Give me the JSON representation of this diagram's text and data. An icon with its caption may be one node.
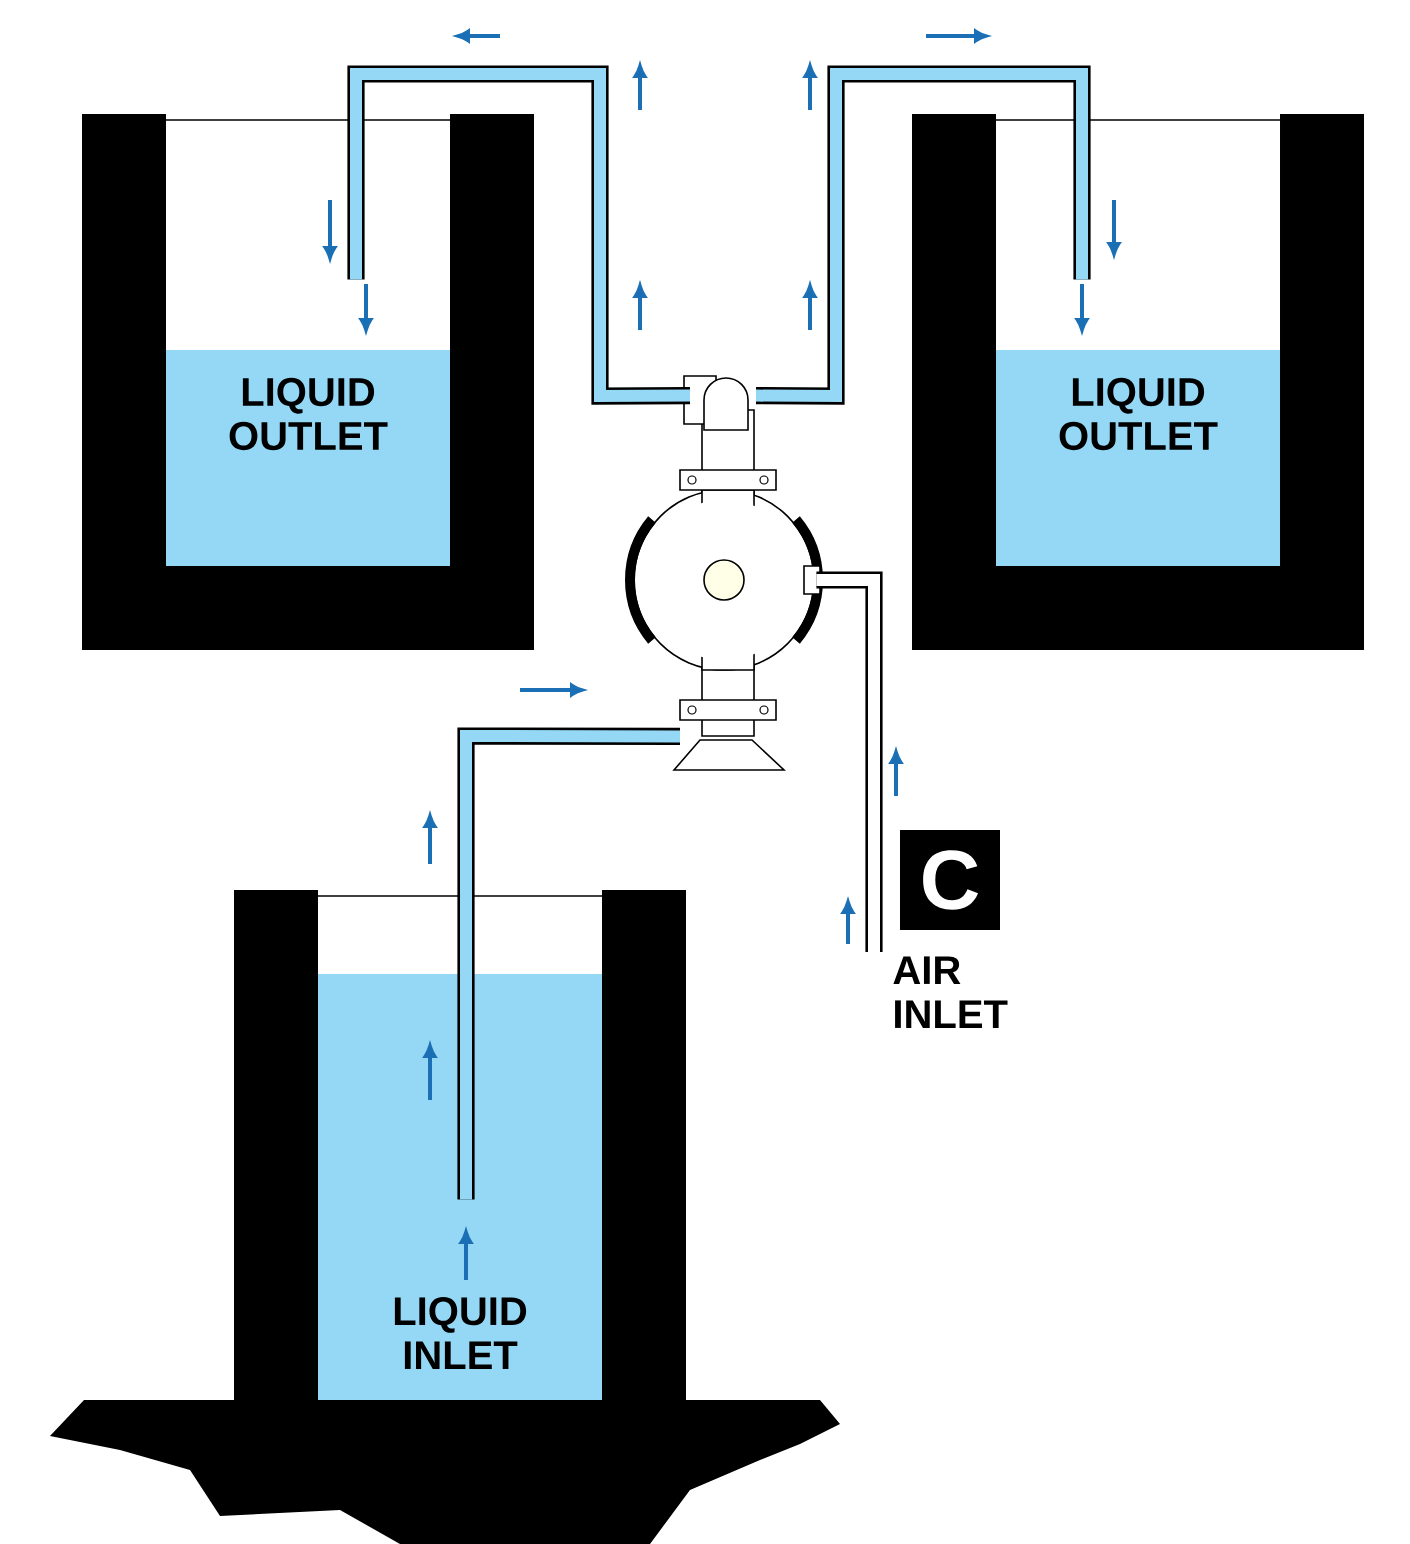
{
  "diagram": {
    "nodes": [
      {
        "text": [
          "LIQUID OUTLET"
        ]
      },
      {
        "text": [
          "LIQUID OUTLET"
        ]
      },
      {
        "text": [],
        "shape": "picture"
      },
      {
        "text": [
          "LIQUID INLET"
        ]
      },
      {
        "text": [
          "AIR INLET"
        ]
      }
    ],
    "edges": [
      {
        "from": 2,
        "to": 0,
        "arrow": "none"
      },
      {
        "from": 2,
        "to": 1,
        "arrow": "none"
      },
      {
        "from": 3,
        "to": 2,
        "arrow": "none"
      },
      {
        "from": 4,
        "to": 2,
        "arrow": "none",
        "color": "#000000"
      }
    ],
    "labels": [
      "C"
    ]
  }
}
